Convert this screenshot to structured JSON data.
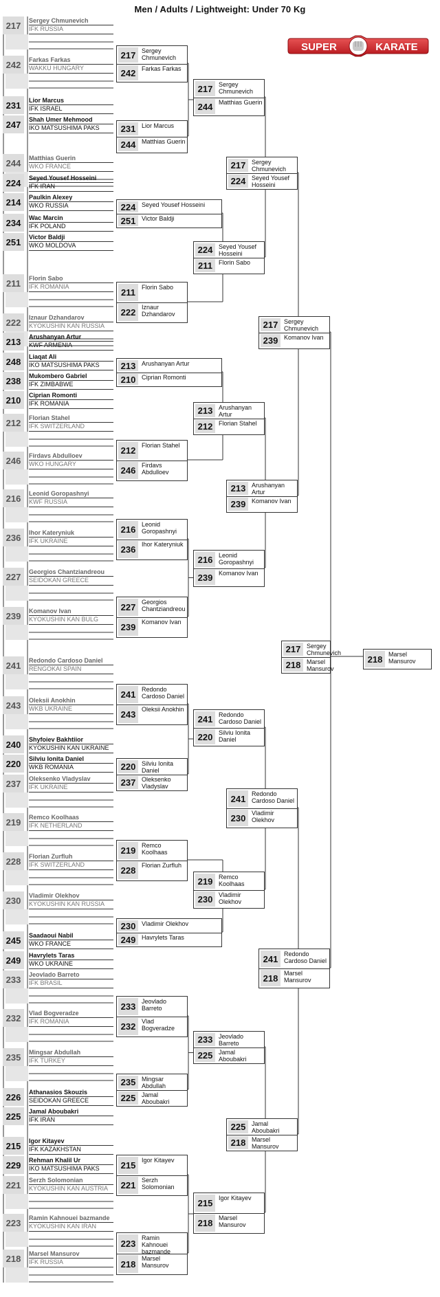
{
  "title": "Men / Adults / Lightweight: Under 70 Kg",
  "logo": {
    "left_text": "SUPER",
    "right_text": "KARATE",
    "icon": "fist-icon"
  },
  "entries": [
    {
      "num": "217",
      "name": "Sergey Chmunevich",
      "club": "IFK RUSSIA",
      "dim": true
    },
    {
      "num": "242",
      "name": "Farkas Farkas",
      "club": "WAKKU HUNGARY",
      "dim": true
    },
    {
      "num": "231",
      "name": "Lior Marcus",
      "club": "IFK ISRAEL",
      "dim": false
    },
    {
      "num": "247",
      "name": "Shah Umer Mehmood",
      "club": "IKO MATSUSHIMA PAKS",
      "dim": false
    },
    {
      "num": "244",
      "name": "Matthias Guerin",
      "club": "WKO FRANCE",
      "dim": true
    },
    {
      "num": "224",
      "name": "Seyed Yousef Hosseini",
      "club": "IFK IRAN",
      "dim": false
    },
    {
      "num": "214",
      "name": "Paulkin Alexey",
      "club": "WKO RUSSIA",
      "dim": false
    },
    {
      "num": "234",
      "name": "Wac Marcin",
      "club": "IFK POLAND",
      "dim": false
    },
    {
      "num": "251",
      "name": "Victor Baldji",
      "club": "WKO MOLDOVA",
      "dim": false
    },
    {
      "num": "211",
      "name": "Florin Sabo",
      "club": "IFK ROMANIA",
      "dim": true
    },
    {
      "num": "222",
      "name": "Iznaur Dzhandarov",
      "club": "KYOKUSHIN KAN RUSSIA",
      "dim": true
    },
    {
      "num": "213",
      "name": "Arushanyan Artur",
      "club": "KWF ARMENIA",
      "dim": false
    },
    {
      "num": "248",
      "name": "Liaqat Ali",
      "club": "IKO MATSUSHIMA PAKS",
      "dim": false
    },
    {
      "num": "238",
      "name": "Mukombero Gabriel",
      "club": "IFK ZIMBABWE",
      "dim": false
    },
    {
      "num": "210",
      "name": "Ciprian Romonti",
      "club": "IFK ROMANIA",
      "dim": false
    },
    {
      "num": "212",
      "name": "Florian Stahel",
      "club": "IFK SWITZERLAND",
      "dim": true
    },
    {
      "num": "246",
      "name": "Firdavs Abdulloev",
      "club": "WKO HUNGARY",
      "dim": true
    },
    {
      "num": "216",
      "name": "Leonid Goropashnyi",
      "club": "KWF RUSSIA",
      "dim": true
    },
    {
      "num": "236",
      "name": "Ihor Kateryniuk",
      "club": "IFK UKRAINE",
      "dim": true
    },
    {
      "num": "227",
      "name": "Georgios Chantziandreou",
      "club": "SEIDOKAN GREECE",
      "dim": true
    },
    {
      "num": "239",
      "name": "Komanov Ivan",
      "club": "KYOKUSHIN KAN BULG",
      "dim": true
    },
    {
      "num": "241",
      "name": "Redondo Cardoso Daniel",
      "club": "RENGOKAI SPAIN",
      "dim": true
    },
    {
      "num": "243",
      "name": "Oleksii Anokhin",
      "club": "WKB UKRAINE",
      "dim": true
    },
    {
      "num": "240",
      "name": "Shyfoiev Bakhtiior",
      "club": "KYOKUSHIN KAN UKRAINE",
      "dim": false
    },
    {
      "num": "220",
      "name": "Silviu Ionita Daniel",
      "club": "WKB ROMANIA",
      "dim": false
    },
    {
      "num": "237",
      "name": "Oleksenko Vladyslav",
      "club": "IFK UKRAINE",
      "dim": true
    },
    {
      "num": "219",
      "name": "Remco Koolhaas",
      "club": "IFK NETHERLAND",
      "dim": true
    },
    {
      "num": "228",
      "name": "Florian Zurfluh",
      "club": "IFK SWITZERLAND",
      "dim": true
    },
    {
      "num": "230",
      "name": "Vladimir Olekhov",
      "club": "KYOKUSHIN KAN RUSSIA",
      "dim": true
    },
    {
      "num": "245",
      "name": "Saadaoui Nabil",
      "club": "WKO FRANCE",
      "dim": false
    },
    {
      "num": "249",
      "name": "Havrylets Taras",
      "club": "WKO UKRAINE",
      "dim": false
    },
    {
      "num": "233",
      "name": "Jeovlado Barreto",
      "club": "IFK BRASIL",
      "dim": true
    },
    {
      "num": "232",
      "name": "Vlad Bogveradze",
      "club": "IFK ROMANIA",
      "dim": true
    },
    {
      "num": "235",
      "name": "Mingsar Abdullah",
      "club": "IFK TURKEY",
      "dim": true
    },
    {
      "num": "226",
      "name": "Athanasios Skouzis",
      "club": "SEIDOKAN GREECE",
      "dim": false
    },
    {
      "num": "225",
      "name": "Jamal Aboubakri",
      "club": "IFK IRAN",
      "dim": false
    },
    {
      "num": "215",
      "name": "Igor Kitayev",
      "club": "IFK KAZAKHSTAN",
      "dim": false
    },
    {
      "num": "229",
      "name": "Rehman Khalil Ur",
      "club": "IKO MATSUSHIMA PAKS",
      "dim": false
    },
    {
      "num": "221",
      "name": "Serzh Solomonian",
      "club": "KYOKUSHIN KAN AUSTRIA",
      "dim": true
    },
    {
      "num": "223",
      "name": "Ramin Kahnouei bazmande",
      "club": "KYOKUSHIN KAN IRAN",
      "dim": true
    },
    {
      "num": "218",
      "name": "Marsel Mansurov",
      "club": "IFK RUSSIA",
      "dim": true
    }
  ],
  "boxes": [
    {
      "r": [
        [
          "217",
          "Sergey Chmunevich"
        ],
        [
          "242",
          "Farkas Farkas"
        ]
      ]
    },
    {
      "r": [
        [
          "231",
          "Lior Marcus"
        ],
        [
          "244",
          "Matthias Guerin"
        ]
      ]
    },
    {
      "r": [
        [
          "224",
          "Seyed Yousef Hosseini"
        ],
        [
          "251",
          "Victor Baldji"
        ]
      ]
    },
    {
      "r": [
        [
          "211",
          "Florin Sabo"
        ],
        [
          "222",
          "Iznaur Dzhandarov"
        ]
      ]
    },
    {
      "r": [
        [
          "213",
          "Arushanyan Artur"
        ],
        [
          "210",
          "Ciprian Romonti"
        ]
      ]
    },
    {
      "r": [
        [
          "212",
          "Florian Stahel"
        ],
        [
          "246",
          "Firdavs Abdulloev"
        ]
      ]
    },
    {
      "r": [
        [
          "216",
          "Leonid Goropashnyi"
        ],
        [
          "236",
          "Ihor Kateryniuk"
        ]
      ]
    },
    {
      "r": [
        [
          "227",
          "Georgios Chantziandreou"
        ],
        [
          "239",
          "Komanov Ivan"
        ]
      ]
    },
    {
      "r": [
        [
          "241",
          "Redondo Cardoso Daniel"
        ],
        [
          "243",
          "Oleksii Anokhin"
        ]
      ]
    },
    {
      "r": [
        [
          "220",
          "Silviu Ionita Daniel"
        ],
        [
          "237",
          "Oleksenko Vladyslav"
        ]
      ]
    },
    {
      "r": [
        [
          "219",
          "Remco Koolhaas"
        ],
        [
          "228",
          "Florian Zurfluh"
        ]
      ]
    },
    {
      "r": [
        [
          "230",
          "Vladimir Olekhov"
        ],
        [
          "249",
          "Havrylets Taras"
        ]
      ]
    },
    {
      "r": [
        [
          "233",
          "Jeovlado Barreto"
        ],
        [
          "232",
          "Vlad Bogveradze"
        ]
      ]
    },
    {
      "r": [
        [
          "235",
          "Mingsar Abdullah"
        ],
        [
          "225",
          "Jamal Aboubakri"
        ]
      ]
    },
    {
      "r": [
        [
          "215",
          "Igor Kitayev"
        ],
        [
          "221",
          "Serzh Solomonian"
        ]
      ]
    },
    {
      "r": [
        [
          "223",
          "Ramin Kahnouei bazmande"
        ],
        [
          "218",
          "Marsel Mansurov"
        ]
      ]
    },
    {
      "r": [
        [
          "217",
          "Sergey Chmunevich"
        ],
        [
          "244",
          "Matthias Guerin"
        ]
      ]
    },
    {
      "r": [
        [
          "224",
          "Seyed Yousef Hosseini"
        ],
        [
          "211",
          "Florin Sabo"
        ]
      ]
    },
    {
      "r": [
        [
          "213",
          "Arushanyan Artur"
        ],
        [
          "212",
          "Florian Stahel"
        ]
      ]
    },
    {
      "r": [
        [
          "216",
          "Leonid Goropashnyi"
        ],
        [
          "239",
          "Komanov Ivan"
        ]
      ]
    },
    {
      "r": [
        [
          "241",
          "Redondo Cardoso Daniel"
        ],
        [
          "220",
          "Silviu Ionita Daniel"
        ]
      ]
    },
    {
      "r": [
        [
          "219",
          "Remco Koolhaas"
        ],
        [
          "230",
          "Vladimir Olekhov"
        ]
      ]
    },
    {
      "r": [
        [
          "233",
          "Jeovlado Barreto"
        ],
        [
          "225",
          "Jamal Aboubakri"
        ]
      ]
    },
    {
      "r": [
        [
          "215",
          "Igor Kitayev"
        ],
        [
          "218",
          "Marsel Mansurov"
        ]
      ]
    },
    {
      "r": [
        [
          "217",
          "Sergey Chmunevich"
        ],
        [
          "224",
          "Seyed Yousef Hosseini"
        ]
      ]
    },
    {
      "r": [
        [
          "213",
          "Arushanyan Artur"
        ],
        [
          "239",
          "Komanov Ivan"
        ]
      ]
    },
    {
      "r": [
        [
          "241",
          "Redondo Cardoso Daniel"
        ],
        [
          "230",
          "Vladimir Olekhov"
        ]
      ]
    },
    {
      "r": [
        [
          "225",
          "Jamal Aboubakri"
        ],
        [
          "218",
          "Marsel Mansurov"
        ]
      ]
    },
    {
      "r": [
        [
          "217",
          "Sergey Chmunevich"
        ],
        [
          "239",
          "Komanov Ivan"
        ]
      ]
    },
    {
      "r": [
        [
          "241",
          "Redondo Cardoso Daniel"
        ],
        [
          "218",
          "Marsel Mansurov"
        ]
      ]
    },
    {
      "r": [
        [
          "217",
          "Sergey Chmunevich"
        ],
        [
          "218",
          "Marsel Mansurov"
        ]
      ]
    },
    {
      "r": [
        [
          "218",
          "Marsel Mansurov"
        ]
      ]
    }
  ]
}
